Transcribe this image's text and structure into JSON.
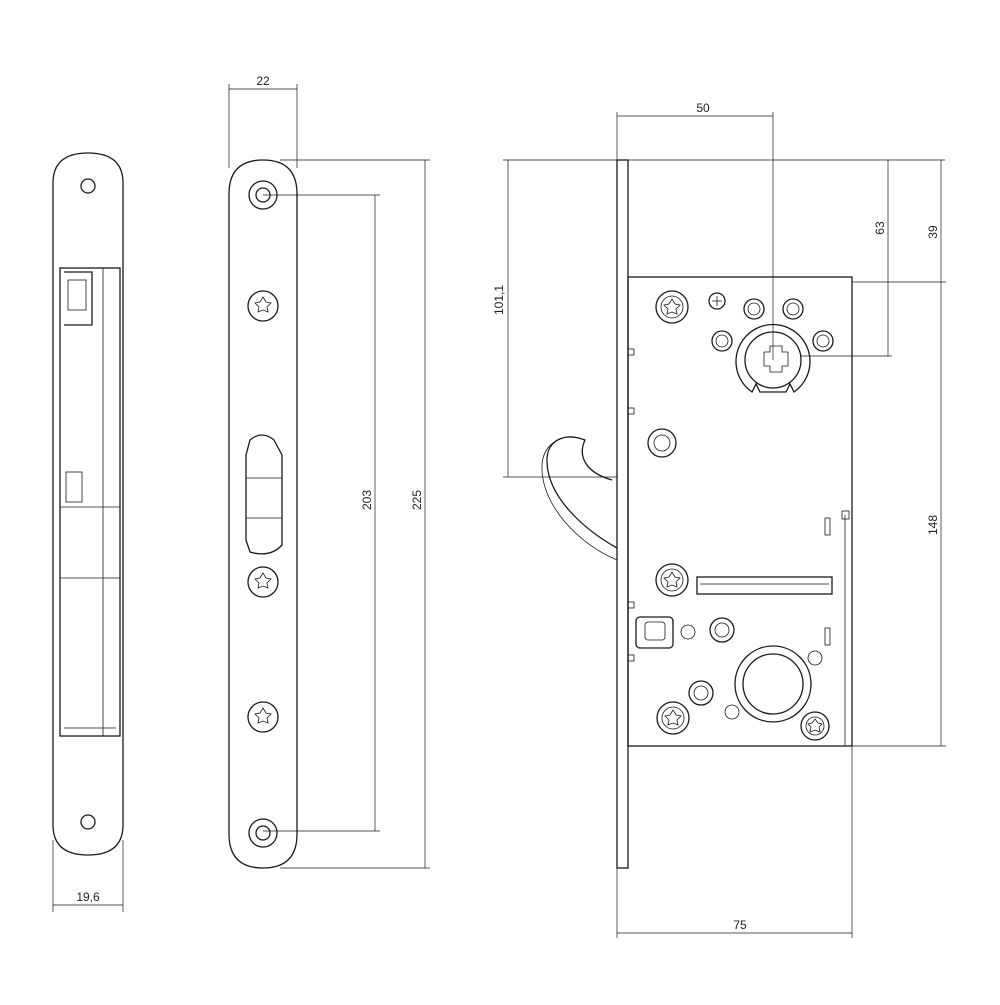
{
  "dimensions": {
    "side_thickness": "19,6",
    "faceplate_width": "22",
    "screw_spacing": "203",
    "faceplate_length": "225",
    "backset": "50",
    "hook_height": "101,1",
    "spindle_offset": "63",
    "case_top_offset": "39",
    "case_height": "148",
    "case_depth": "75"
  }
}
